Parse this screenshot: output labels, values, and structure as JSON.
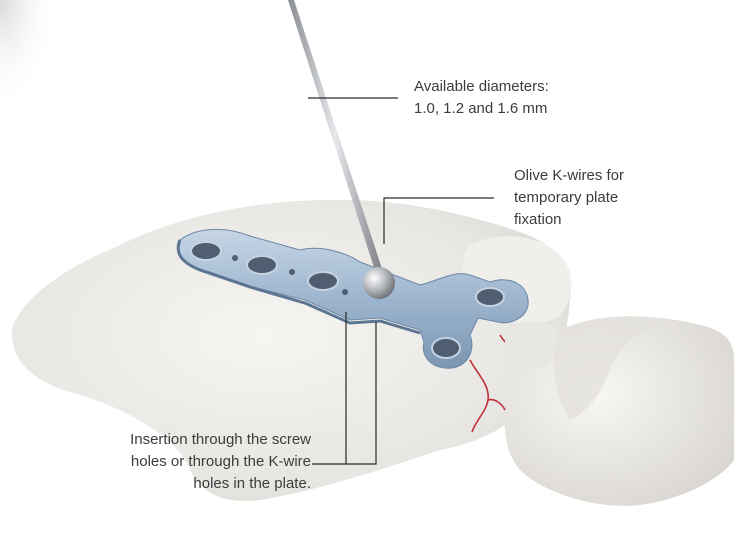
{
  "callouts": {
    "diameters": {
      "line1": "Available diameters:",
      "line2": "1.0, 1.2 and 1.6 mm"
    },
    "olive_kwires": {
      "line1": "Olive K-wires for",
      "line2": "temporary plate",
      "line3": "fixation"
    },
    "insertion": {
      "line1": "Insertion through the screw",
      "line2": "holes or through the K-wire",
      "line3": "holes in the plate."
    }
  },
  "colors": {
    "bone": "#eceae6",
    "plate": "#9fb7cf",
    "callout_line": "#2b2b2b",
    "fracture": "#c0303a"
  }
}
